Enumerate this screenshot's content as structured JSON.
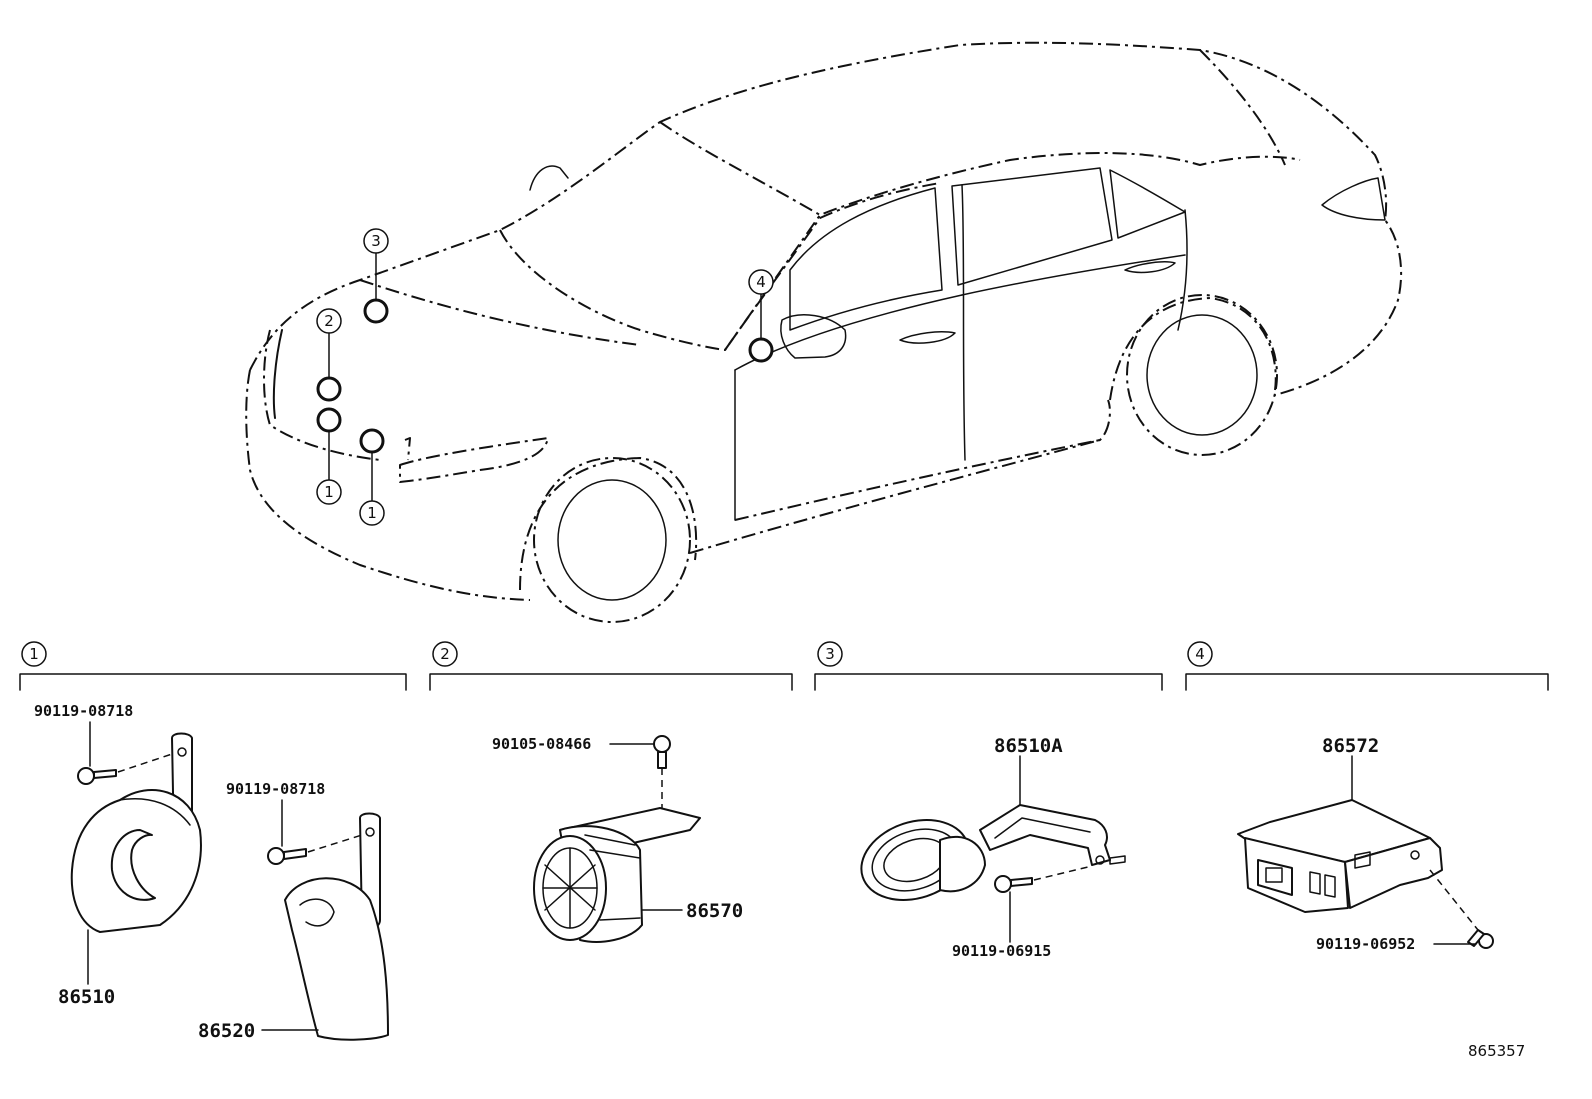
{
  "callouts": [
    "1",
    "2",
    "3",
    "4"
  ],
  "sections": [
    {
      "number": "1",
      "parts": {
        "bolt_a": "90119-08718",
        "bolt_b": "90119-08718",
        "horn_low": "86510",
        "horn_high": "86520"
      }
    },
    {
      "number": "2",
      "parts": {
        "bolt": "90105-08466",
        "siren": "86570"
      }
    },
    {
      "number": "3",
      "parts": {
        "horn": "86510A",
        "bolt": "90119-06915"
      }
    },
    {
      "number": "4",
      "parts": {
        "module": "86572",
        "bolt": "90119-06952"
      }
    }
  ],
  "diagram_ref": "865357"
}
